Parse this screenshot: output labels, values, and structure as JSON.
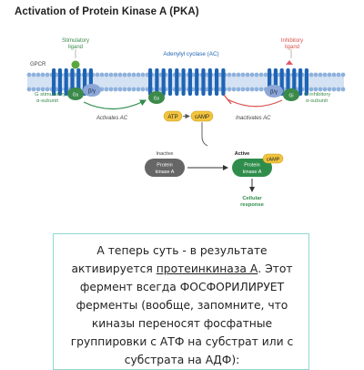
{
  "diagram": {
    "title": "Activation of Protein Kinase A (PKA)",
    "labels": {
      "gpcr": "GPCR",
      "stim_ligand_1": "Stimulatory",
      "stim_ligand_2": "ligand",
      "adenylyl_cyclase": "Adenylyl cyclase (AC)",
      "inhib_ligand_1": "Inhibitory",
      "inhib_ligand_2": "ligand",
      "g_stim_1": "G stimulatory",
      "g_stim_2": "α-subunit",
      "g_inhib_1": "G inhibitory",
      "g_inhib_2": "α-subunit",
      "beta_gamma_left": "β/γ",
      "beta_gamma_right": "β/γ",
      "alpha_s_left": "Gs",
      "alpha_s_center": "Gs",
      "alpha_i": "Gi",
      "activates_ac": "Activates AC",
      "inactivates_ac": "Inactivates AC",
      "atp": "ATP",
      "camp": "cAMP",
      "inactive": "Inactive",
      "inactive_pka_1": "Protein",
      "inactive_pka_2": "kinase A",
      "active": "Active",
      "active_camp": "cAMP",
      "active_pka_1": "Protein",
      "active_pka_2": "kinase A",
      "cellular_1": "Cellular",
      "cellular_2": "response"
    }
  },
  "note": {
    "line1": "А теперь суть - в результате",
    "line2_pre": "активируется ",
    "line2_link": "протеинкиназа А",
    "line2_post": ". Этот",
    "line3": "фермент всегда ФОСФОРИЛИРУЕТ",
    "line4": "ферменты (вообще, запомните, что",
    "line5": "киназы переносят фосфатные",
    "line6": "группировки с АТФ на субстрат или с",
    "line7": "субстрата на АДФ):"
  },
  "colors": {
    "membrane_head": "#8fb2dd",
    "receptor": "#1f64b4",
    "stimulatory_ligand": "#5aa83d",
    "inhibitory_ligand": "#e45767",
    "g_alpha": "#3b8a4a",
    "beta_gamma": "#8ca7d6",
    "atp": "#f2c43d",
    "active_pka": "#2f8d4b",
    "inactive_pka": "#666666",
    "note_border": "#8ed8d2"
  }
}
